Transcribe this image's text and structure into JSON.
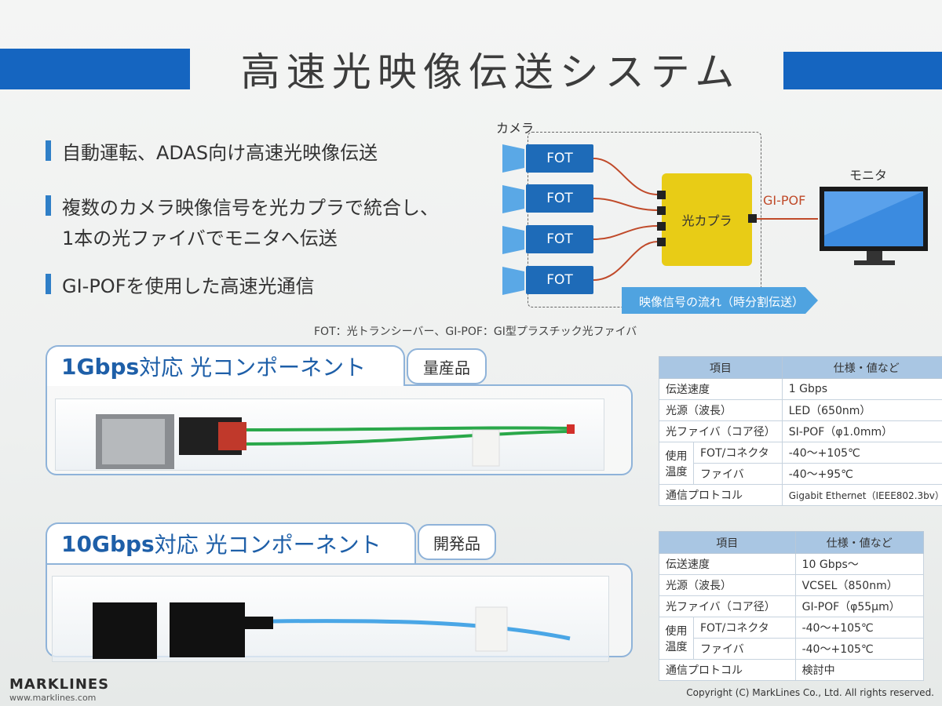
{
  "header": {
    "title": "高速光映像伝送システム"
  },
  "bullets": [
    {
      "text": "自動運転、ADAS向け高速光映像伝送"
    },
    {
      "text": "複数のカメラ映像信号を光カプラで統合し、",
      "cont": "1本の光ファイバでモニタへ伝送"
    },
    {
      "text": "GI-POFを使用した高速光通信"
    }
  ],
  "diagram": {
    "camera_label": "カメラ",
    "monitor_label": "モニタ",
    "fot_label": "FOT",
    "coupler_label": "光カプラ",
    "gipof_label": "GI-POF",
    "flow_label": "映像信号の流れ（時分割伝送）",
    "colors": {
      "fot": "#1e6bb8",
      "coupler": "#e8cc16",
      "fiber": "#c04a2a",
      "accent": "#1565c0"
    }
  },
  "note": "FOT：光トランシーバー、GI-POF：GI型プラスチック光ファイバ",
  "panels": [
    {
      "title_bold": "1Gbps",
      "title_rest": "対応 光コンポーネント",
      "tag": "量産品"
    },
    {
      "title_bold": "10Gbps",
      "title_rest": "対応 光コンポーネント",
      "tag": "開発品"
    }
  ],
  "tables": [
    {
      "headers": [
        "項目",
        "仕様・値など"
      ],
      "rows": [
        {
          "label": "伝送速度",
          "value": "1 Gbps"
        },
        {
          "label": "光源（波長）",
          "value": "LED（650nm）"
        },
        {
          "label": "光ファイバ（コア径）",
          "value": "SI-POF（φ1.0mm）"
        }
      ],
      "temp_group": [
        "使用",
        "温度"
      ],
      "temp_rows": [
        {
          "label": "FOT/コネクタ",
          "value": "-40～+105℃"
        },
        {
          "label": "ファイバ",
          "value": "-40～+95℃"
        }
      ],
      "last_row": {
        "label": "通信プロトコル",
        "value": "Gigabit Ethernet（IEEE802.3bv）"
      }
    },
    {
      "headers": [
        "項目",
        "仕様・値など"
      ],
      "rows": [
        {
          "label": "伝送速度",
          "value": "10 Gbps～"
        },
        {
          "label": "光源（波長）",
          "value": "VCSEL（850nm）"
        },
        {
          "label": "光ファイバ（コア径）",
          "value": "GI-POF（φ55μm）"
        }
      ],
      "temp_group": [
        "使用",
        "温度"
      ],
      "temp_rows": [
        {
          "label": "FOT/コネクタ",
          "value": "-40～+105℃"
        },
        {
          "label": "ファイバ",
          "value": "-40～+105℃"
        }
      ],
      "last_row": {
        "label": "通信プロトコル",
        "value": "検討中"
      }
    }
  ],
  "watermark": {
    "brand": "MARKLINES",
    "url": "www.marklines.com",
    "copyright": "Copyright (C) MarkLines Co., Ltd. All rights reserved."
  }
}
